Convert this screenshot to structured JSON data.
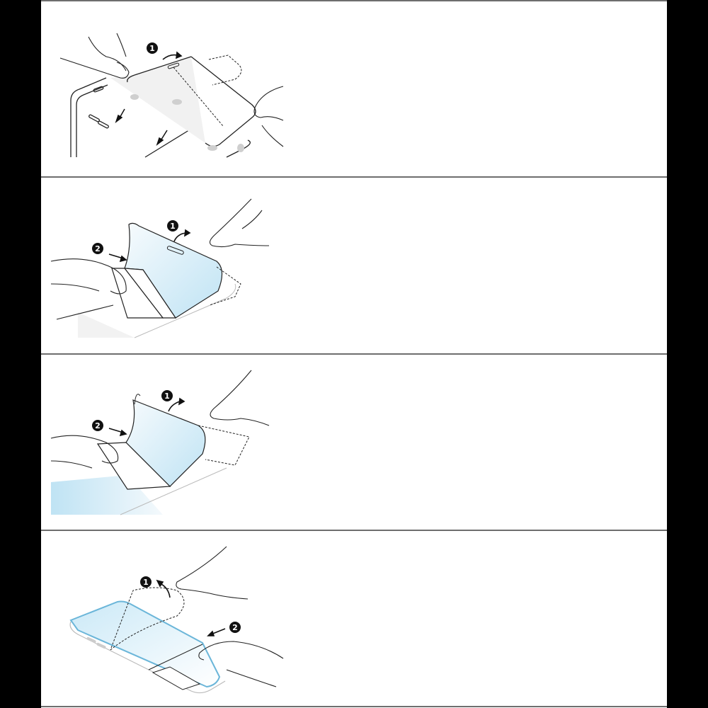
{
  "document": {
    "type": "instruction-illustration-sheet",
    "background": "#ffffff",
    "side_bars": "#000000",
    "divider_color": "#6e6e6e",
    "accent_color": "#bfe3f4"
  },
  "panels": [
    {
      "id": 1,
      "description": "Two hands hold the screen protector over the phone and align it; the backing tab is folded back",
      "callouts": [
        {
          "label": "1",
          "meaning": "peel back tab"
        }
      ],
      "icons": [
        "hand-icon",
        "phone-outline-icon",
        "screen-protector-icon",
        "curved-arrow-icon",
        "down-arrow-icon",
        "down-arrow-icon"
      ]
    },
    {
      "id": 2,
      "description": "Left hand presses the protector down while the right hand peels film tab 1",
      "callouts": [
        {
          "label": "1",
          "meaning": "peel film tab"
        },
        {
          "label": "2",
          "meaning": "press strip"
        }
      ],
      "icons": [
        "hand-icon",
        "hand-icon",
        "film-sheet-icon",
        "curved-arrow-icon",
        "straight-arrow-icon"
      ]
    },
    {
      "id": 3,
      "description": "The protective film keeps peeling away while the left hand smooths the protector",
      "callouts": [
        {
          "label": "1",
          "meaning": "continue peeling"
        },
        {
          "label": "2",
          "meaning": "press strip"
        }
      ],
      "icons": [
        "hand-icon",
        "hand-icon",
        "film-sheet-icon",
        "curved-arrow-icon",
        "straight-arrow-icon"
      ]
    },
    {
      "id": 4,
      "description": "Remove the top film over the applied protector and peel the bottom strip",
      "callouts": [
        {
          "label": "1",
          "meaning": "remove top film"
        },
        {
          "label": "2",
          "meaning": "remove strip"
        }
      ],
      "icons": [
        "hand-icon",
        "hand-icon",
        "phone-outline-icon",
        "curved-arrow-icon",
        "straight-arrow-icon"
      ]
    }
  ],
  "callout_labels": {
    "one": "1",
    "two": "2"
  }
}
